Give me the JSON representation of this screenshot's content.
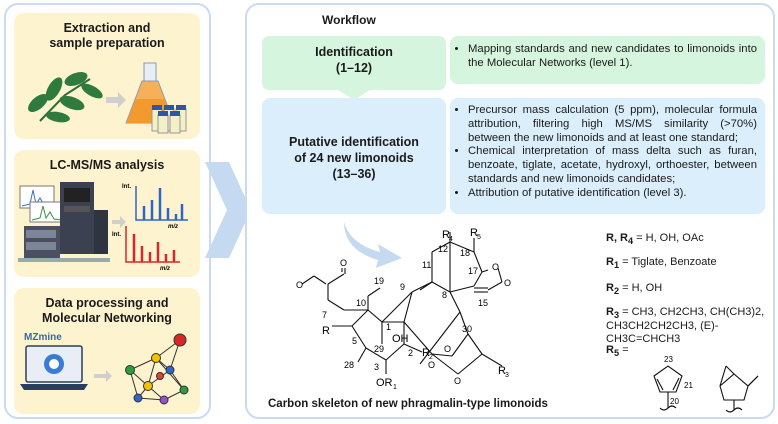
{
  "left": {
    "step1_title_line1": "Extraction and",
    "step1_title_line2": "sample preparation",
    "step2_title": "LC-MS/MS analysis",
    "step3_title_line1": "Data processing and",
    "step3_title_line2": "Molecular Networking",
    "ms_axis_int": "Int.",
    "ms_axis_mz": "m/z",
    "ms_axis_int2": "Int.",
    "ms_axis_mz2": "m/z",
    "mzmine_logo": "MZmine"
  },
  "workflow": {
    "title": "Workflow",
    "identification_title": "Identification",
    "identification_range": "(1–12)",
    "identification_desc": "Mapping standards and new candidates to limonoids into the Molecular Networks (level 1).",
    "putative_title_line1": "Putative identification",
    "putative_title_line2": "of 24 new limonoids",
    "putative_range": "(13–36)",
    "putative_bullets": [
      "Precursor mass calculation (5 ppm), molecular formula attribution, filtering high MS/MS similarity (>70%) between the new limonoids and at least one standard;",
      "Chemical interpretation of mass delta such as furan, benzoate, tiglate, acetate, hydroxyl, orthoester, between standards and new limonoids candidates;",
      "Attribution of putative identification (level 3)."
    ]
  },
  "structure": {
    "caption": "Carbon skeleton of new phragmalin-type limonoids",
    "labels": {
      "R4": "R",
      "R4sub": "4",
      "R5": "R",
      "R5sub": "5",
      "n12": "12",
      "n11": "11",
      "n9": "9",
      "n18": "18",
      "n17": "17",
      "n8": "8",
      "n15": "15",
      "n19": "19",
      "n7": "7",
      "n10": "10",
      "n1": "1",
      "OH": "OH",
      "n30": "30",
      "R": "R",
      "n5": "5",
      "n29": "29",
      "n2": "2",
      "R2": "R",
      "R2sub": "2",
      "n28": "28",
      "n3": "3",
      "R3": "R",
      "R3sub": "3",
      "OR1": "OR",
      "OR1sub": "1",
      "O": "O",
      "n23": "23",
      "n21": "21",
      "n20": "20"
    }
  },
  "substituents": {
    "r_r4_label": "R, R",
    "r_r4_sub": "4",
    "r_r4_value": " = H, OH, OAc",
    "r1_label": "R",
    "r1_sub": "1",
    "r1_value": " = Tiglate, Benzoate",
    "r2_label": "R",
    "r2_sub": "2",
    "r2_value": " = H, OH",
    "r3_label": "R",
    "r3_sub": "3",
    "r3_value_line1": " = CH3, CH2CH3, CH(CH3)2,",
    "r3_value_line2": "CH3CH2CH2CH3, (E)-CH3C=CHCH3",
    "r5_label": "R",
    "r5_sub": "5",
    "r5_value": " ="
  },
  "colors": {
    "yellow_box": "#fdf3cf",
    "green_box": "#d6f5de",
    "blue_box": "#dbeefb",
    "panel_border": "#c9daf2",
    "arrow": "#c5d9f1",
    "ms_blue": "#2d66c8",
    "ms_red": "#d62828"
  },
  "icons": [
    "leaf-icon",
    "flask-icon",
    "vials-icon",
    "lcms-instrument-icon",
    "chromatogram-icon",
    "laptop-icon",
    "network-icon",
    "mzmine-logo"
  ]
}
